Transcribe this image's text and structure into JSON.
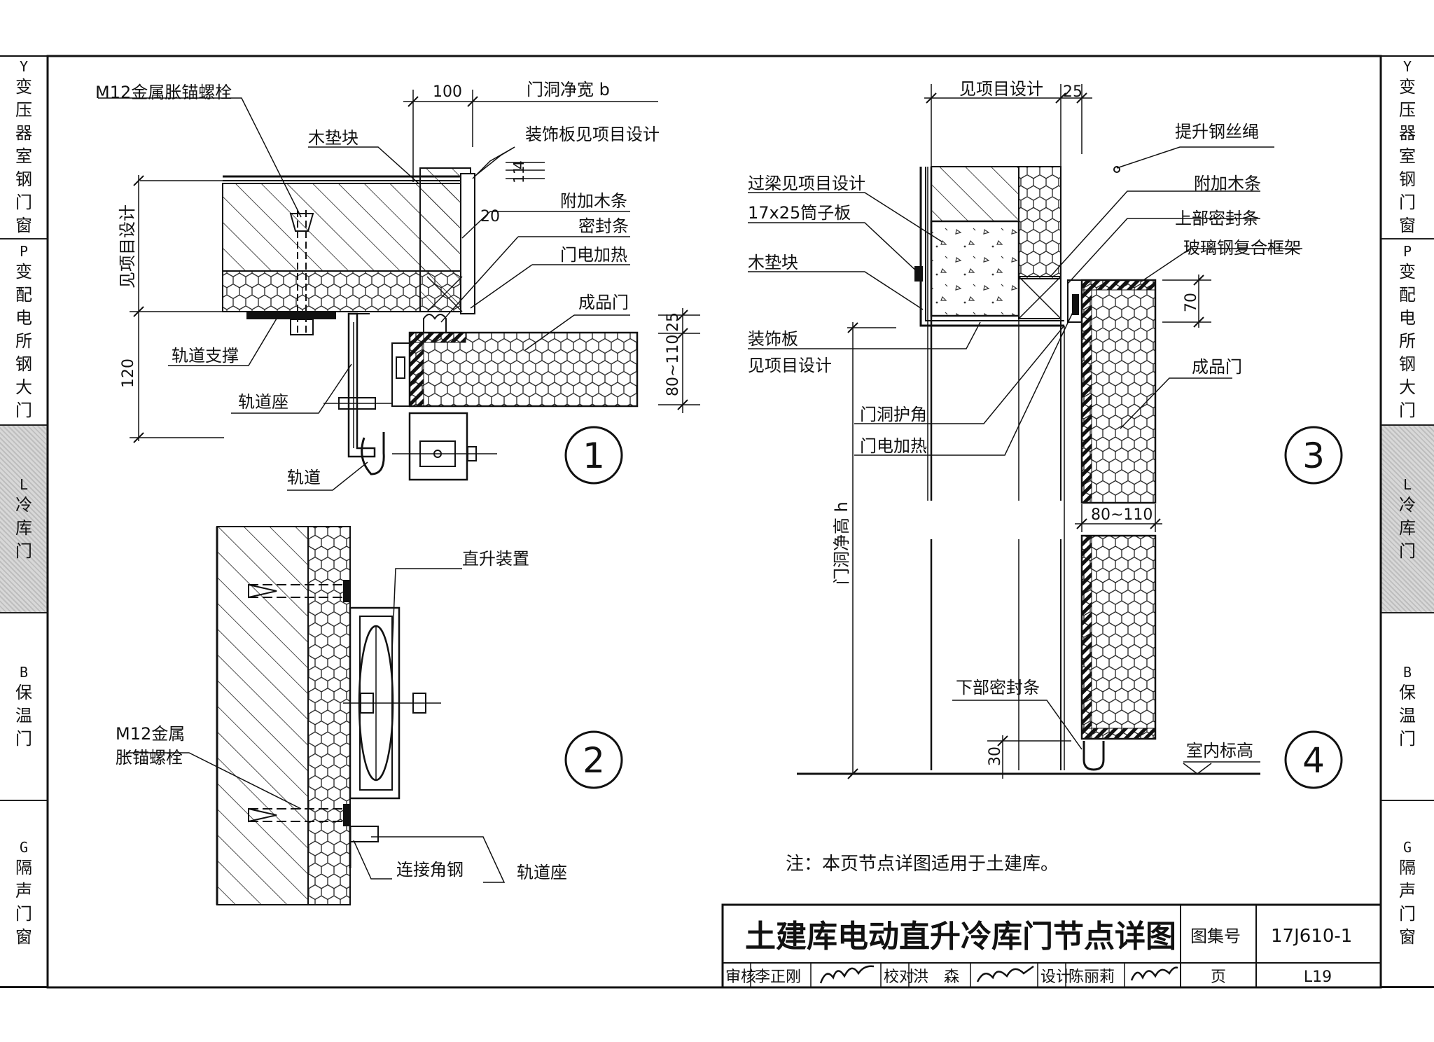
{
  "side_tabs": [
    {
      "code": "Y",
      "chars": [
        "变",
        "压",
        "器",
        "室",
        "钢",
        "门",
        "窗"
      ],
      "active": false
    },
    {
      "code": "P",
      "chars": [
        "变",
        "配",
        "电",
        "所",
        "钢",
        "大",
        "门"
      ],
      "active": false
    },
    {
      "code": "L",
      "chars": [
        "冷",
        "库",
        "门"
      ],
      "active": true
    },
    {
      "code": "B",
      "chars": [
        "保",
        "温",
        "门"
      ],
      "active": false
    },
    {
      "code": "G",
      "chars": [
        "隔",
        "声",
        "门",
        "窗"
      ],
      "active": false
    }
  ],
  "detail1": {
    "marker": "1",
    "labels": {
      "anchor_bolt": "M12金属胀锚螺栓",
      "wood_block": "木垫块",
      "deco_panel": "装饰板见项目设计",
      "extra_strip": "附加木条",
      "seal_strip": "密封条",
      "door_heating": "门电加热",
      "finished_door": "成品门",
      "track_support": "轨道支撑",
      "track_seat": "轨道座",
      "track": "轨道",
      "see_design": "见项目设计"
    },
    "dims": {
      "d100": "100",
      "clear_width": "门洞净宽 b",
      "d20": "20",
      "d11": "11",
      "d4": "4",
      "d25": "25",
      "d80_110": "80~110",
      "d120": "120"
    }
  },
  "detail2": {
    "marker": "2",
    "labels": {
      "lift_device": "直升装置",
      "anchor_bolt_1": "M12金属",
      "anchor_bolt_2": "胀锚螺栓",
      "angle_steel": "连接角钢",
      "track_seat": "轨道座"
    }
  },
  "detail3": {
    "marker": "3",
    "labels": {
      "lintel": "过梁见项目设计",
      "tube_board": "17x25筒子板",
      "wood_block": "木垫块",
      "deco_panel_1": "装饰板",
      "deco_panel_2": "见项目设计",
      "corner_guard": "门洞护角",
      "door_heating": "门电加热",
      "wire_rope": "提升钢丝绳",
      "extra_strip": "附加木条",
      "upper_seal": "上部密封条",
      "frp_frame": "玻璃钢复合框架",
      "finished_door": "成品门"
    },
    "dims": {
      "see_design": "见项目设计",
      "d25": "25",
      "d70": "70",
      "d80_110": "80~110",
      "clear_height": "门洞净高 h"
    }
  },
  "detail4": {
    "marker": "4",
    "labels": {
      "lower_seal": "下部密封条",
      "indoor_level": "室内标高"
    },
    "dims": {
      "d30": "30"
    }
  },
  "note": "注：本页节点详图适用于土建库。",
  "title_block": {
    "title": "土建库电动直升冷库门节点详图",
    "atlas_label": "图集号",
    "atlas_no": "17J610-1",
    "review_label": "审核",
    "reviewer": "李正刚",
    "check_label": "校对",
    "checker": "洪　森",
    "design_label": "设计",
    "designer": "陈丽莉",
    "page_label": "页",
    "page_no": "L19"
  }
}
